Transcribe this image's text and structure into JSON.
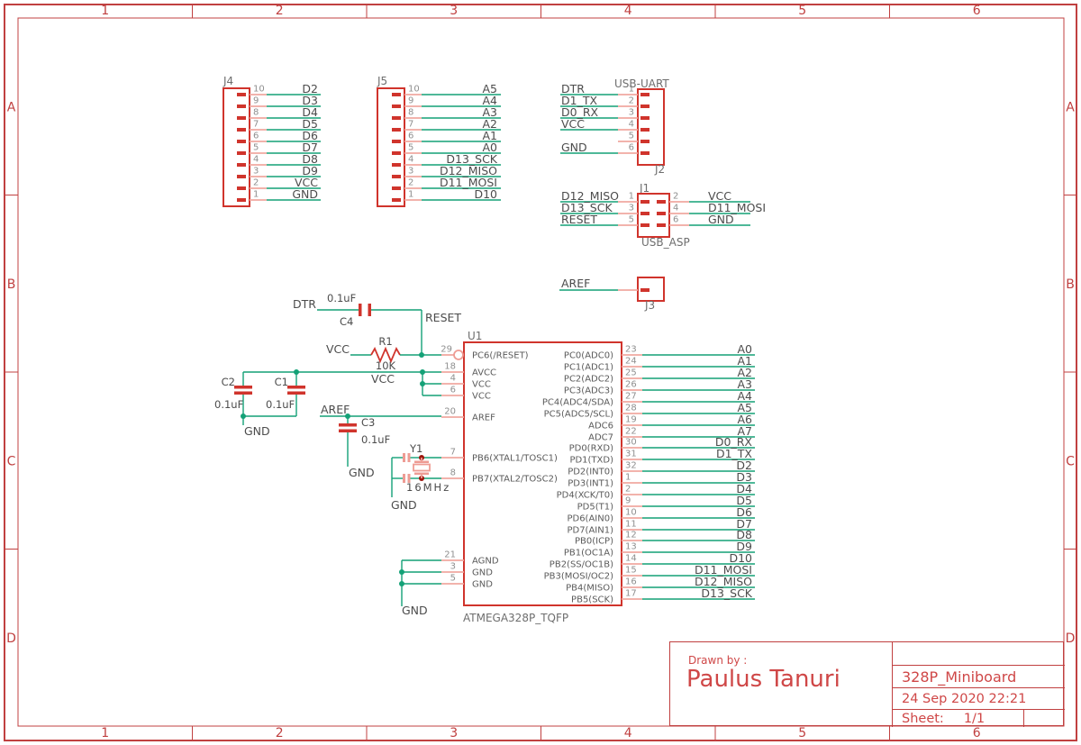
{
  "sheet": {
    "columns": [
      "1",
      "2",
      "3",
      "4",
      "5",
      "6"
    ],
    "rows": [
      "A",
      "B",
      "C",
      "D"
    ]
  },
  "title_block": {
    "drawn_by_label": "Drawn by :",
    "drawn_by": "Paulus Tanuri",
    "title": "328P_Miniboard",
    "date": "24 Sep 2020 22:21",
    "sheet_label": "Sheet:",
    "sheet_value": "1/1"
  },
  "net_labels": {
    "dtr": "DTR",
    "reset": "RESET",
    "vcc": "VCC",
    "aref": "AREF",
    "gnd": "GND"
  },
  "components": {
    "c4": {
      "ref": "C4",
      "value": "0.1uF"
    },
    "r1": {
      "ref": "R1",
      "value": "10K"
    },
    "c2": {
      "ref": "C2",
      "value": "0.1uF"
    },
    "c1": {
      "ref": "C1",
      "value": "0.1uF"
    },
    "c3": {
      "ref": "C3",
      "value": "0.1uF"
    },
    "y1": {
      "ref": "Y1",
      "value": "16MHz"
    }
  },
  "connectors": {
    "j4": {
      "ref": "J4",
      "pins": [
        {
          "num": "10",
          "net": "D2"
        },
        {
          "num": "9",
          "net": "D3"
        },
        {
          "num": "8",
          "net": "D4"
        },
        {
          "num": "7",
          "net": "D5"
        },
        {
          "num": "6",
          "net": "D6"
        },
        {
          "num": "5",
          "net": "D7"
        },
        {
          "num": "4",
          "net": "D8"
        },
        {
          "num": "3",
          "net": "D9"
        },
        {
          "num": "2",
          "net": "VCC"
        },
        {
          "num": "1",
          "net": "GND"
        }
      ]
    },
    "j5": {
      "ref": "J5",
      "pins": [
        {
          "num": "10",
          "net": "A5"
        },
        {
          "num": "9",
          "net": "A4"
        },
        {
          "num": "8",
          "net": "A3"
        },
        {
          "num": "7",
          "net": "A2"
        },
        {
          "num": "6",
          "net": "A1"
        },
        {
          "num": "5",
          "net": "A0"
        },
        {
          "num": "4",
          "net": "D13_SCK"
        },
        {
          "num": "3",
          "net": "D12_MISO"
        },
        {
          "num": "2",
          "net": "D11_MOSI"
        },
        {
          "num": "1",
          "net": "D10"
        }
      ]
    },
    "j2": {
      "ref": "J2",
      "name": "USB-UART",
      "pins": [
        {
          "num": "1",
          "net": "DTR"
        },
        {
          "num": "2",
          "net": "D1_TX"
        },
        {
          "num": "3",
          "net": "D0_RX"
        },
        {
          "num": "4",
          "net": "VCC"
        },
        {
          "num": "5",
          "net": ""
        },
        {
          "num": "6",
          "net": "GND"
        }
      ]
    },
    "j1": {
      "ref": "J1",
      "name": "USB_ASP",
      "left_pins": [
        {
          "num": "1",
          "net": "D12_MISO"
        },
        {
          "num": "3",
          "net": "D13_SCK"
        },
        {
          "num": "5",
          "net": "RESET"
        }
      ],
      "right_pins": [
        {
          "num": "2",
          "net": "VCC"
        },
        {
          "num": "4",
          "net": "D11_MOSI"
        },
        {
          "num": "6",
          "net": "GND"
        }
      ]
    },
    "j3": {
      "ref": "J3",
      "net": "AREF"
    }
  },
  "ic": {
    "ref": "U1",
    "part": "ATMEGA328P_TQFP",
    "left_pins": [
      {
        "num": "29",
        "name": "PC6(/RESET)"
      },
      {
        "num": "18",
        "name": "AVCC"
      },
      {
        "num": "4",
        "name": "VCC"
      },
      {
        "num": "6",
        "name": "VCC"
      },
      {
        "num": "20",
        "name": "AREF"
      },
      {
        "num": "7",
        "name": "PB6(XTAL1/TOSC1)"
      },
      {
        "num": "8",
        "name": "PB7(XTAL2/TOSC2)"
      }
    ],
    "gnd_pins": [
      {
        "num": "21",
        "name": "AGND"
      },
      {
        "num": "3",
        "name": "GND"
      },
      {
        "num": "5",
        "name": "GND"
      }
    ],
    "port_c": [
      {
        "num": "23",
        "name": "PC0(ADC0)",
        "net": "A0"
      },
      {
        "num": "24",
        "name": "PC1(ADC1)",
        "net": "A1"
      },
      {
        "num": "25",
        "name": "PC2(ADC2)",
        "net": "A2"
      },
      {
        "num": "26",
        "name": "PC3(ADC3)",
        "net": "A3"
      },
      {
        "num": "27",
        "name": "PC4(ADC4/SDA)",
        "net": "A4"
      },
      {
        "num": "28",
        "name": "PC5(ADC5/SCL)",
        "net": "A5"
      },
      {
        "num": "19",
        "name": "ADC6",
        "net": "A6"
      },
      {
        "num": "22",
        "name": "ADC7",
        "net": "A7"
      }
    ],
    "port_d": [
      {
        "num": "30",
        "name": "PD0(RXD)",
        "net": "D0_RX"
      },
      {
        "num": "31",
        "name": "PD1(TXD)",
        "net": "D1_TX"
      },
      {
        "num": "32",
        "name": "PD2(INT0)",
        "net": "D2"
      },
      {
        "num": "1",
        "name": "PD3(INT1)",
        "net": "D3"
      },
      {
        "num": "2",
        "name": "PD4(XCK/T0)",
        "net": "D4"
      },
      {
        "num": "9",
        "name": "PD5(T1)",
        "net": "D5"
      },
      {
        "num": "10",
        "name": "PD6(AIN0)",
        "net": "D6"
      },
      {
        "num": "11",
        "name": "PD7(AIN1)",
        "net": "D7"
      }
    ],
    "port_b": [
      {
        "num": "12",
        "name": "PB0(ICP)",
        "net": "D8"
      },
      {
        "num": "13",
        "name": "PB1(OC1A)",
        "net": "D9"
      },
      {
        "num": "14",
        "name": "PB2(SS/OC1B)",
        "net": "D10"
      },
      {
        "num": "15",
        "name": "PB3(MOSI/OC2)",
        "net": "D11_MOSI"
      },
      {
        "num": "16",
        "name": "PB4(MISO)",
        "net": "D12_MISO"
      },
      {
        "num": "17",
        "name": "PB5(SCK)",
        "net": "D13_SCK"
      }
    ]
  },
  "colors": {
    "frame": "#c04040",
    "symbol_red": "#d0342c",
    "pin_light_red": "#f0a8a0",
    "wire_green": "#14a177",
    "junction_dark_red": "#9c150c",
    "label_gray": "#4c4c4c",
    "title_red": "#cf4747"
  }
}
